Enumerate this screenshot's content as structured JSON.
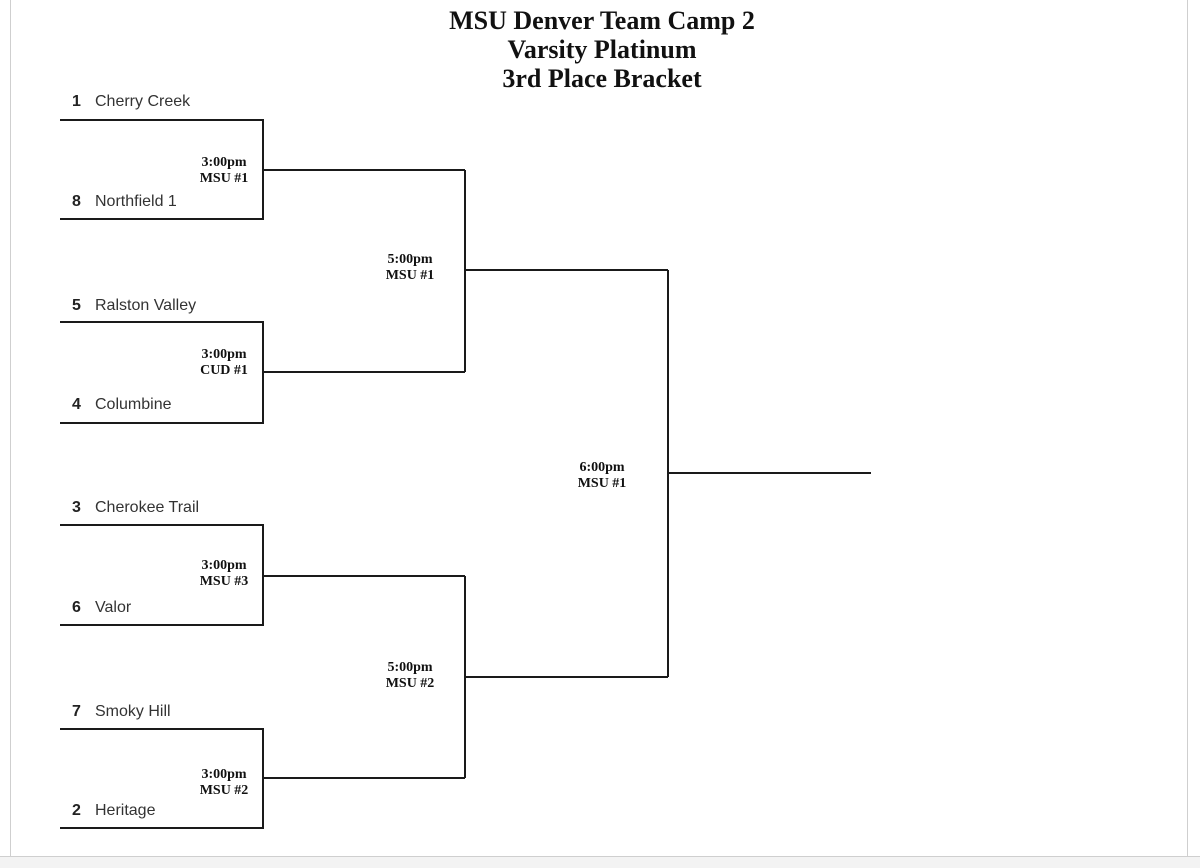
{
  "title": {
    "line1": "MSU Denver Team Camp 2",
    "line2": "Varsity Platinum",
    "line3": "3rd Place Bracket"
  },
  "teams": [
    {
      "seed": "1",
      "name": "Cherry Creek"
    },
    {
      "seed": "8",
      "name": "Northfield 1"
    },
    {
      "seed": "5",
      "name": "Ralston Valley"
    },
    {
      "seed": "4",
      "name": "Columbine"
    },
    {
      "seed": "3",
      "name": "Cherokee Trail"
    },
    {
      "seed": "6",
      "name": "Valor"
    },
    {
      "seed": "7",
      "name": "Smoky Hill"
    },
    {
      "seed": "2",
      "name": "Heritage"
    }
  ],
  "round1": [
    {
      "time": "3:00pm",
      "court": "MSU #1"
    },
    {
      "time": "3:00pm",
      "court": "CUD #1"
    },
    {
      "time": "3:00pm",
      "court": "MSU #3"
    },
    {
      "time": "3:00pm",
      "court": "MSU #2"
    }
  ],
  "round2": [
    {
      "time": "5:00pm",
      "court": "MSU #1"
    },
    {
      "time": "5:00pm",
      "court": "MSU #2"
    }
  ],
  "final": {
    "time": "6:00pm",
    "court": "MSU #1"
  }
}
